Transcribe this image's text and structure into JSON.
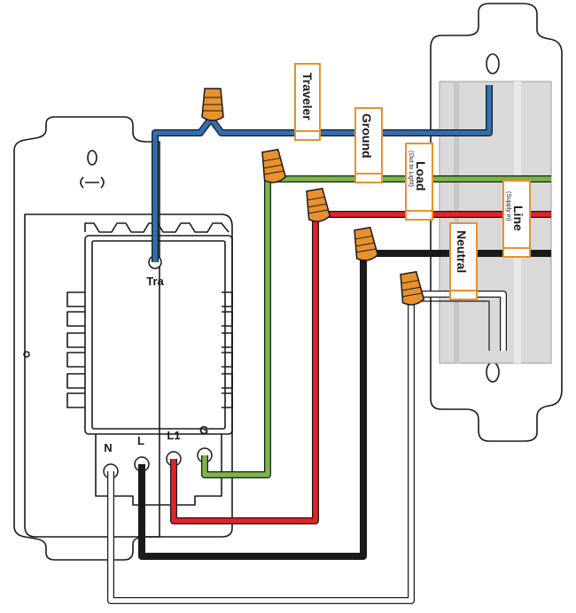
{
  "terminals": {
    "traveler": "Tra",
    "neutral": "N",
    "line": "L",
    "load": "L1",
    "ground": "G"
  },
  "tags": {
    "traveler": "Traveler",
    "ground": "Ground",
    "load": "Load",
    "load_sub": "(Out to Light)",
    "line": "Line",
    "line_sub": "(Supply in)",
    "neutral": "Neutral"
  },
  "colors": {
    "traveler_wire": "#2f6fb3",
    "ground_wire": "#7ab648",
    "load_wire": "#e32227",
    "line_wire": "#111111",
    "neutral_wire": "#ffffff",
    "wire_nut": "#e8912d",
    "tag_border": "#e8912d",
    "wall_box": "#d9d9d9"
  }
}
